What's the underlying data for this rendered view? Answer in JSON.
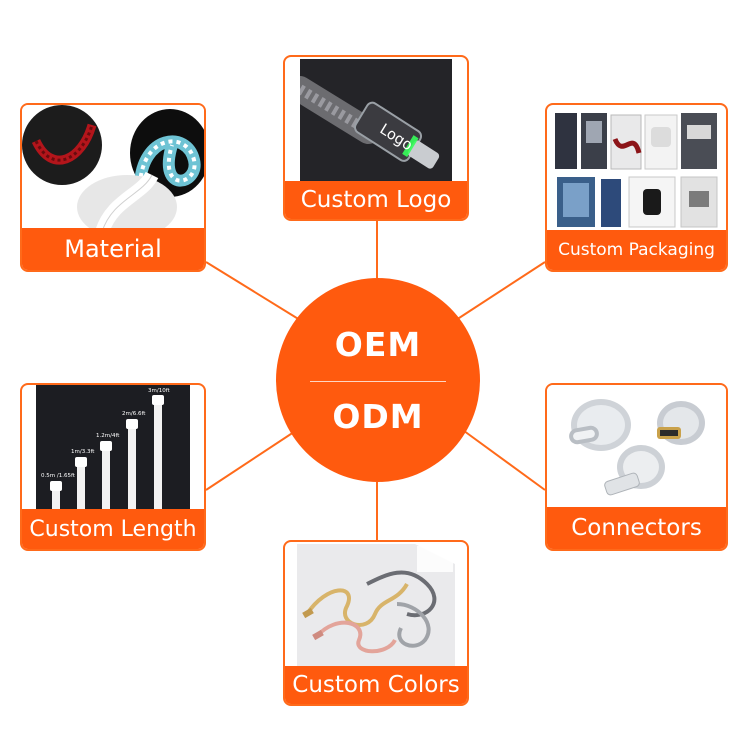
{
  "hub": {
    "top_label": "OEM",
    "bottom_label": "ODM"
  },
  "cards": {
    "logo": {
      "caption": "Custom Logo",
      "photo_text": "Logo"
    },
    "material": {
      "caption": "Material"
    },
    "packaging": {
      "caption": "Custom Packaging"
    },
    "length": {
      "caption": "Custom Length",
      "length_labels": [
        "0.5m /1.65ft",
        "1m/3.3ft",
        "1.2m/4ft",
        "2m/6.6ft",
        "3m/10ft"
      ]
    },
    "connectors": {
      "caption": "Connectors"
    },
    "colors": {
      "caption": "Custom Colors"
    }
  },
  "colors": {
    "accent": "#ff5a0e",
    "connector_line": "#ff6a1a",
    "background": "#ffffff"
  }
}
